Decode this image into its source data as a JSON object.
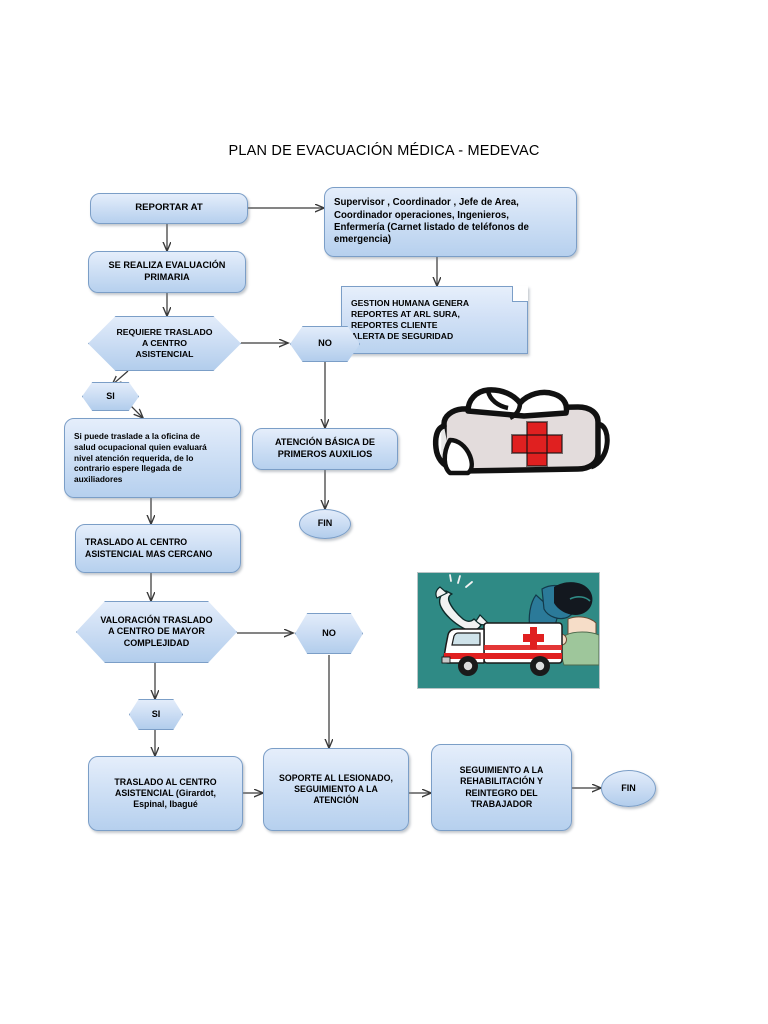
{
  "page": {
    "title": "PLAN DE EVACUACIÓN MÉDICA - MEDEVAC",
    "background": "#ffffff"
  },
  "colors": {
    "node_fill_top": "#e5eefb",
    "node_fill_bottom": "#b6d0ee",
    "node_border": "#7b9ec7",
    "connector": "#3a3a3a",
    "red_cross": "#e02020",
    "ambulance_bg": "#2f8a85",
    "text": "#000000"
  },
  "nodes": {
    "reportar_at": {
      "label": "REPORTAR     AT",
      "shape": "rounded-rectangle"
    },
    "responsables": {
      "label": "Supervisor ,  Coordinador ,   Jefe de Area, Coordinador operaciones, Ingenieros, Enfermería  (Carnet listado de teléfonos de emergencia)",
      "lines": [
        "Supervisor ,  Coordinador ,   Jefe de Area,",
        "Coordinador operaciones, Ingenieros,",
        "Enfermería  (Carnet listado de teléfonos de",
        "emergencia)"
      ],
      "shape": "rounded-rectangle"
    },
    "evaluacion_primaria": {
      "label": "SE REALIZA EVALUACIÓN PRIMARIA",
      "lines": [
        "SE REALIZA EVALUACIÓN",
        "PRIMARIA"
      ],
      "shape": "rounded-rectangle"
    },
    "gestion_humana": {
      "label": "GESTION HUMANA  GENERA REPORTES AT ARL SURA, REPORTES  CLIENTE  ALERTA DE SEGURIDAD",
      "lines": [
        "GESTION HUMANA  GENERA",
        "REPORTES AT ARL SURA,",
        "REPORTES  CLIENTE",
        " ALERTA DE SEGURIDAD"
      ],
      "shape": "document-folded-corner"
    },
    "requiere_traslado": {
      "label": "REQUIERE TRASLADO A CENTRO ASISTENCIAL",
      "lines": [
        "REQUIERE TRASLADO",
        "A CENTRO",
        "ASISTENCIAL"
      ],
      "shape": "hexagon-decision"
    },
    "decision_no_1": {
      "label": "NO",
      "shape": "hexagon"
    },
    "decision_si_1": {
      "label": "SI",
      "shape": "hexagon"
    },
    "oficina_salud_ocupacional": {
      "label": "Si puede traslade a la oficina de salud ocupacional quien evaluará nivel atención requerida, de lo contrario espere llegada de auxiliadores",
      "lines": [
        "Si puede traslade a la oficina de",
        "salud ocupacional quien evaluará",
        "nivel atención requerida, de lo",
        "contrario espere llegada de",
        "auxiliadores"
      ],
      "shape": "rounded-rectangle"
    },
    "atencion_basica": {
      "label": "ATENCIÓN BÁSICA DE PRIMEROS AUXILIOS",
      "lines": [
        "ATENCIÓN BÁSICA DE",
        "PRIMEROS AUXILIOS"
      ],
      "shape": "rounded-rectangle"
    },
    "fin_1": {
      "label": "FIN",
      "shape": "ellipse"
    },
    "traslado_cercano": {
      "label": "TRASLADO AL CENTRO ASISTENCIAL MAS CERCANO",
      "lines": [
        "TRASLADO AL CENTRO",
        "ASISTENCIAL MAS CERCANO"
      ],
      "shape": "rounded-rectangle"
    },
    "valoracion_traslado": {
      "label": "VALORACIÓN TRASLADO A CENTRO DE MAYOR COMPLEJIDAD",
      "lines": [
        "VALORACIÓN TRASLADO",
        "A CENTRO DE MAYOR",
        "COMPLEJIDAD"
      ],
      "shape": "hexagon-decision"
    },
    "decision_no_2": {
      "label": "NO",
      "shape": "hexagon"
    },
    "decision_si_2": {
      "label": "SI",
      "shape": "hexagon"
    },
    "traslado_centro_ciudades": {
      "label": "TRASLADO AL CENTRO ASISTENCIAL  (Girardot, Espinal, Ibagué",
      "lines": [
        "TRASLADO AL CENTRO",
        "ASISTENCIAL  (Girardot,",
        "Espinal, Ibagué"
      ],
      "shape": "rounded-rectangle"
    },
    "soporte_lesionado": {
      "label": "SOPORTE AL LESIONADO, SEGUIMIENTO A LA ATENCIÓN",
      "lines": [
        "SOPORTE AL LESIONADO,",
        "SEGUIMIENTO A LA",
        "ATENCIÓN"
      ],
      "shape": "rounded-rectangle"
    },
    "seguimiento_rehabilitacion": {
      "label": "SEGUIMIENTO A LA REHABILITACIÓN Y REINTEGRO DEL TRABAJADOR",
      "lines": [
        "SEGUIMIENTO A LA",
        "REHABILITACIÓN Y",
        "REINTEGRO DEL",
        "TRABAJADOR"
      ],
      "shape": "rounded-rectangle"
    },
    "fin_2": {
      "label": "FIN",
      "shape": "ellipse"
    }
  },
  "clipart": {
    "first_aid_kit": {
      "name": "first-aid-kit-illustration",
      "description": "Maletín de primeros auxilios con cruz roja"
    },
    "ambulance_scene": {
      "name": "ambulance-emergency-illustration",
      "description": "Ambulancia, teléfono de emergencia y persona atendiendo a lesionado"
    }
  }
}
